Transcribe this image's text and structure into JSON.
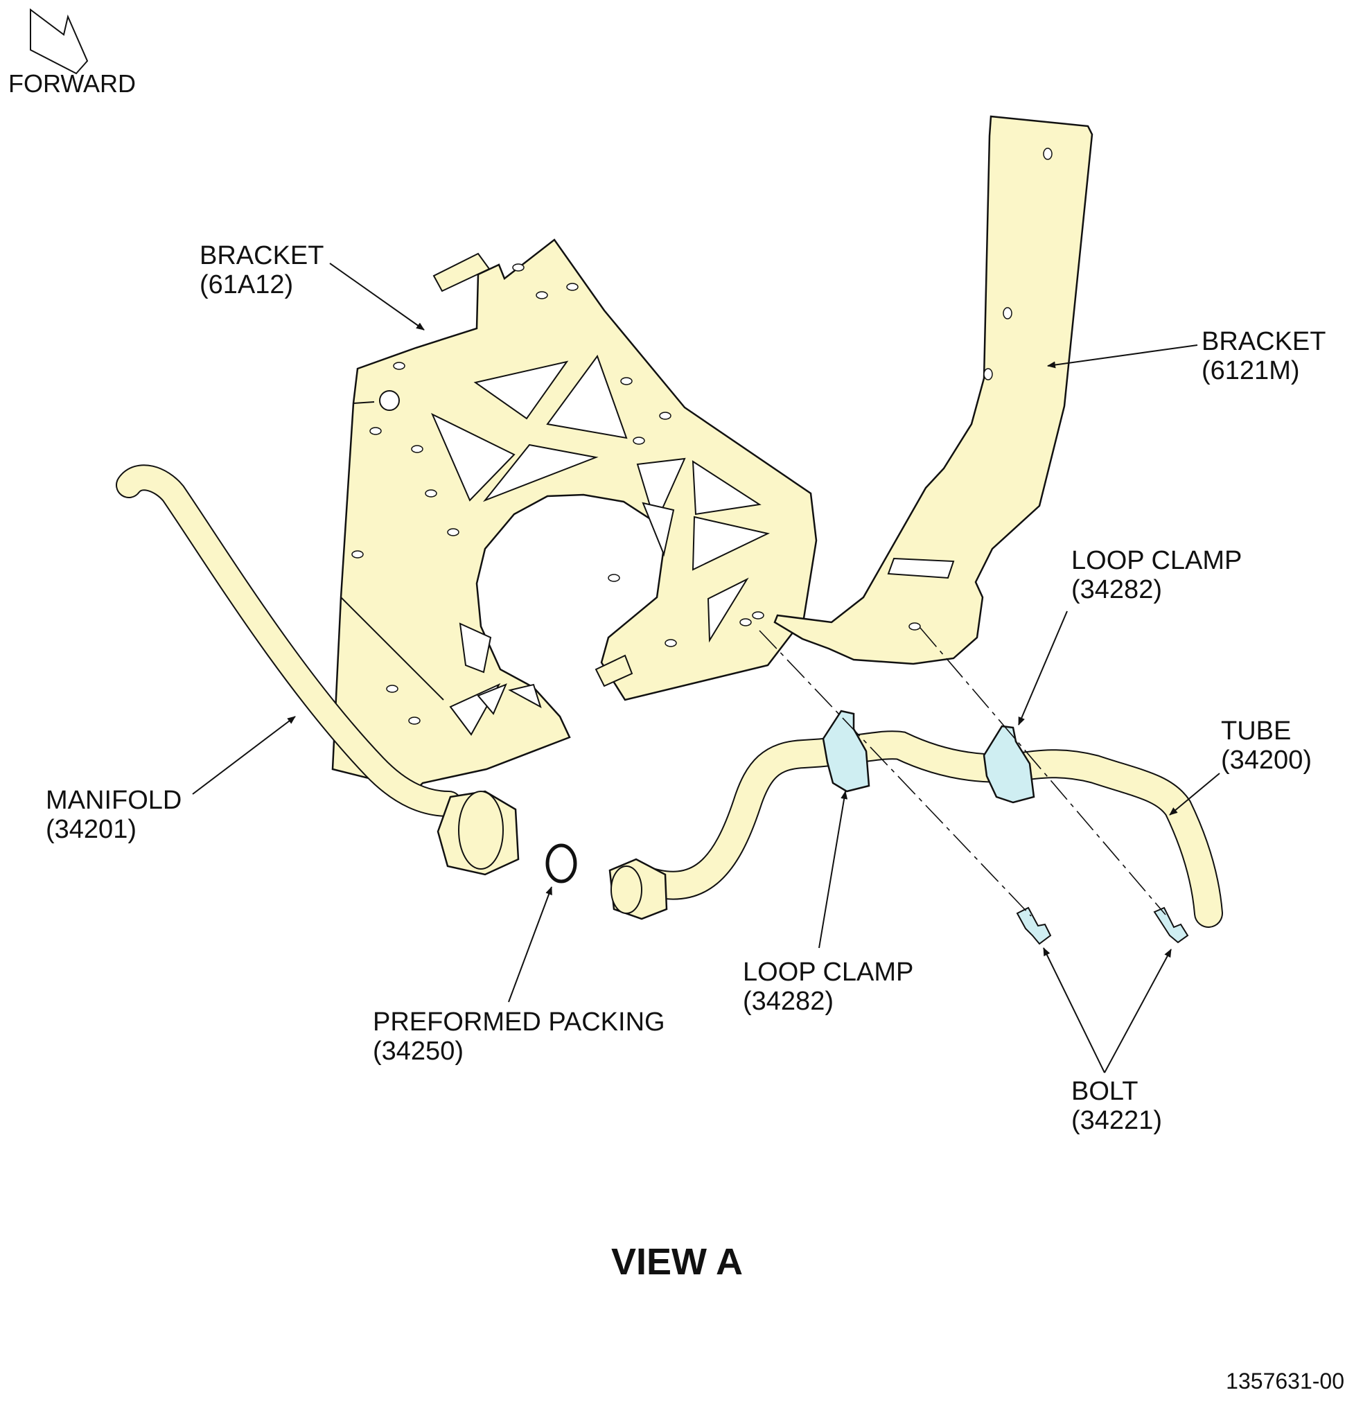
{
  "forward": "FORWARD",
  "labels": {
    "bracket_left": {
      "name": "BRACKET",
      "code": "(61A12)"
    },
    "bracket_right": {
      "name": "BRACKET",
      "code": "(6121M)"
    },
    "loop_clamp_top": {
      "name": "LOOP CLAMP",
      "code": "(34282)"
    },
    "tube": {
      "name": "TUBE",
      "code": "(34200)"
    },
    "manifold": {
      "name": "MANIFOLD",
      "code": "(34201)"
    },
    "loop_clamp_bottom": {
      "name": "LOOP CLAMP",
      "code": "(34282)"
    },
    "packing": {
      "name": "PREFORMED PACKING",
      "code": "(34250)"
    },
    "bolt": {
      "name": "BOLT",
      "code": "(34221)"
    }
  },
  "view_title": "VIEW A",
  "doc_number": "1357631-00",
  "colors": {
    "part_fill": "#fbf6c8",
    "clamp_fill": "#cfeef2",
    "line": "#111111"
  }
}
